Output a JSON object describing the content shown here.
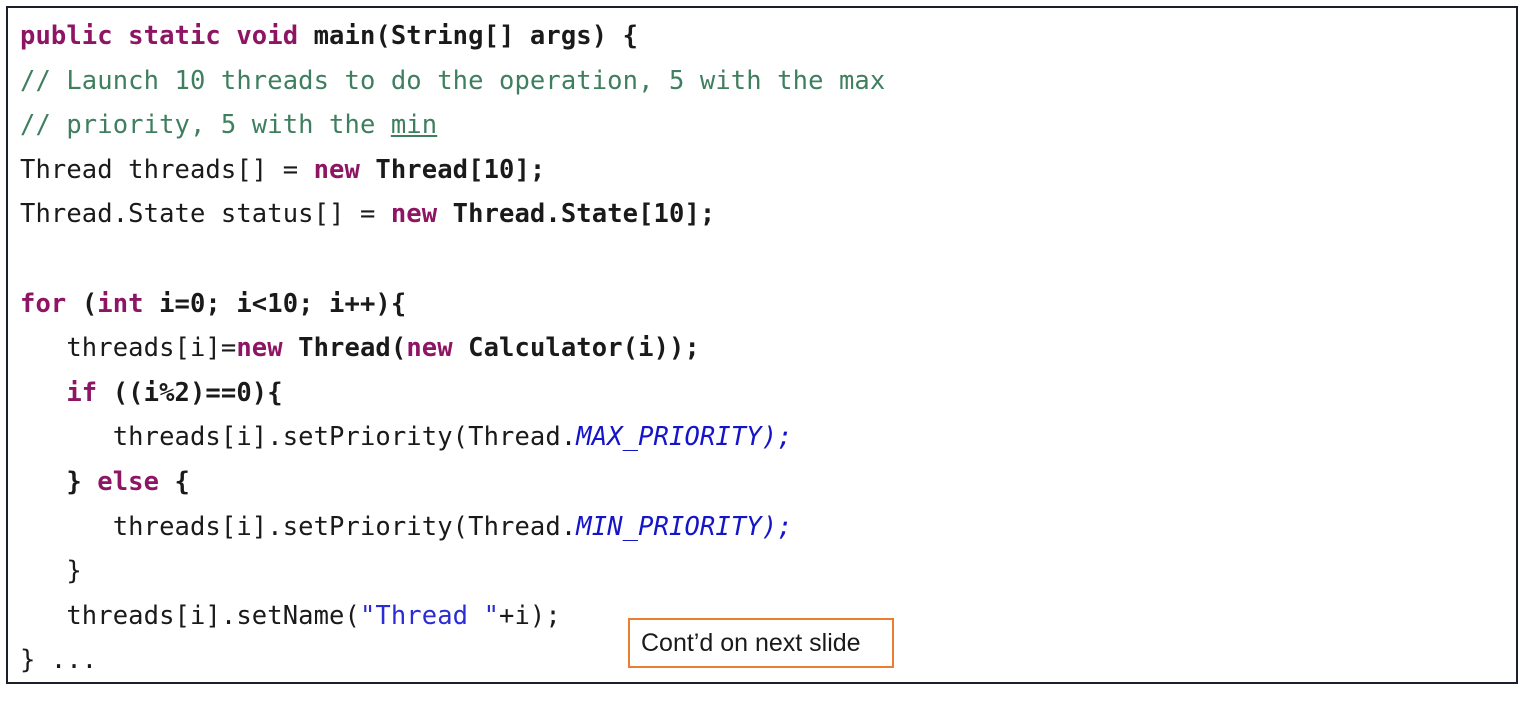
{
  "slide": {
    "language": "java",
    "colors": {
      "keyword": "#8e1464",
      "comment": "#3f7f5f",
      "string": "#2c2cd6",
      "constant": "#1414c8",
      "plain": "#1a1a1a",
      "frame_border": "#1a1f2b",
      "callout_border": "#ed7d31",
      "background": "#ffffff"
    }
  },
  "code": {
    "lines": [
      {
        "id": "line-1",
        "plain_text": "public static void main(String[] args) {",
        "tokens": [
          {
            "text": "public static void ",
            "kind": "kw"
          },
          {
            "text": "main(String[] args) {",
            "kind": "plain-b"
          }
        ]
      },
      {
        "id": "line-2",
        "plain_text": "// Launch 10 threads to do the operation, 5 with the max",
        "tokens": [
          {
            "text": "// Launch 10 threads to do the operation, 5 with the max",
            "kind": "cmt"
          }
        ]
      },
      {
        "id": "line-3",
        "plain_text": "// priority, 5 with the min",
        "tokens": [
          {
            "text": "// priority, 5 with the ",
            "kind": "cmt"
          },
          {
            "text": "min",
            "kind": "cmt-misspelled"
          }
        ]
      },
      {
        "id": "line-4",
        "plain_text": "Thread threads[] = new Thread[10];",
        "tokens": [
          {
            "text": "Thread threads[] = ",
            "kind": "plain"
          },
          {
            "text": "new ",
            "kind": "kw"
          },
          {
            "text": "Thread[10];",
            "kind": "plain-b"
          }
        ]
      },
      {
        "id": "line-5",
        "plain_text": "Thread.State status[] = new Thread.State[10];",
        "tokens": [
          {
            "text": "Thread.State status[] = ",
            "kind": "plain"
          },
          {
            "text": "new ",
            "kind": "kw"
          },
          {
            "text": "Thread.State[10];",
            "kind": "plain-b"
          }
        ]
      },
      {
        "id": "line-6",
        "plain_text": "",
        "tokens": [
          {
            "text": " ",
            "kind": "plain"
          }
        ]
      },
      {
        "id": "line-7",
        "plain_text": "for (int i=0; i<10; i++){",
        "tokens": [
          {
            "text": "for ",
            "kind": "kw"
          },
          {
            "text": "(",
            "kind": "plain-b"
          },
          {
            "text": "int",
            "kind": "kw"
          },
          {
            "text": " i=0; i<10; i++){",
            "kind": "plain-b"
          }
        ]
      },
      {
        "id": "line-8",
        "plain_text": "   threads[i]=new Thread(new Calculator(i));",
        "tokens": [
          {
            "text": "   threads[i]=",
            "kind": "plain"
          },
          {
            "text": "new",
            "kind": "kw"
          },
          {
            "text": " Thread(",
            "kind": "plain-b"
          },
          {
            "text": "new",
            "kind": "kw"
          },
          {
            "text": " Calculator(i));",
            "kind": "plain-b"
          }
        ]
      },
      {
        "id": "line-9",
        "plain_text": "   if ((i%2)==0){",
        "tokens": [
          {
            "text": "   ",
            "kind": "plain"
          },
          {
            "text": "if",
            "kind": "kw"
          },
          {
            "text": " ((i%2)==0){",
            "kind": "plain-b"
          }
        ]
      },
      {
        "id": "line-10",
        "plain_text": "      threads[i].setPriority(Thread.MAX_PRIORITY);",
        "tokens": [
          {
            "text": "      threads[i].setPriority(Thread.",
            "kind": "plain"
          },
          {
            "text": "MAX_PRIORITY);",
            "kind": "constant"
          }
        ]
      },
      {
        "id": "line-11",
        "plain_text": "   } else {",
        "tokens": [
          {
            "text": "   } ",
            "kind": "plain-b"
          },
          {
            "text": "else",
            "kind": "kw"
          },
          {
            "text": " {",
            "kind": "plain-b"
          }
        ]
      },
      {
        "id": "line-12",
        "plain_text": "      threads[i].setPriority(Thread.MIN_PRIORITY);",
        "tokens": [
          {
            "text": "      threads[i].setPriority(Thread.",
            "kind": "plain"
          },
          {
            "text": "MIN_PRIORITY);",
            "kind": "constant"
          }
        ]
      },
      {
        "id": "line-13",
        "plain_text": "   }",
        "tokens": [
          {
            "text": "   }",
            "kind": "plain"
          }
        ]
      },
      {
        "id": "line-14",
        "plain_text": "   threads[i].setName(\"Thread \"+i);",
        "tokens": [
          {
            "text": "   threads[i].setName(",
            "kind": "plain"
          },
          {
            "text": "\"Thread \"",
            "kind": "str"
          },
          {
            "text": "+i);",
            "kind": "plain"
          }
        ]
      },
      {
        "id": "line-15",
        "plain_text": "} ...",
        "tokens": [
          {
            "text": "} ...",
            "kind": "plain"
          }
        ]
      }
    ]
  },
  "callout": {
    "label": "Cont’d on next slide"
  }
}
